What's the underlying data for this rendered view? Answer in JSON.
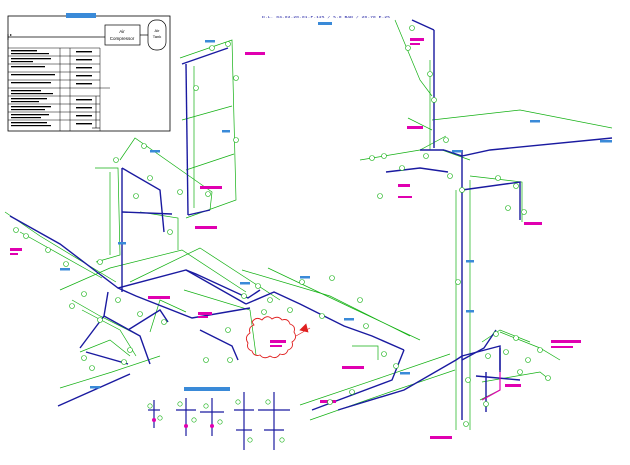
{
  "header": {
    "title_line": "D.L. 04-02-20-01-F-125 / 5.0 BAR / 20-70 E-25"
  },
  "legend_box": {
    "compressor_label_1": "Air",
    "compressor_label_2": "Compressor",
    "tank_label_1": "Air",
    "tank_label_2": "Tank"
  },
  "colors": {
    "pipe": "#1a1aa0",
    "dimension": "#12b012",
    "label_bg": "#3a8ad8",
    "tag_magenta": "#e000b0",
    "cloud": "#e02020",
    "outline": "#000000"
  }
}
